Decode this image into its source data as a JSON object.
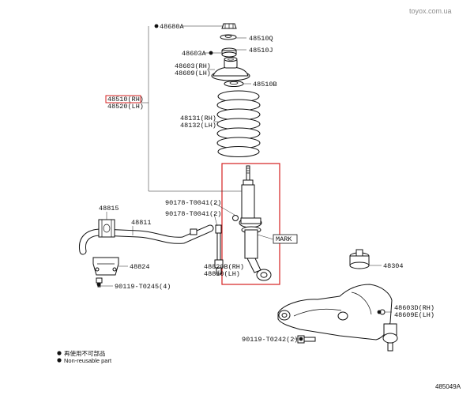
{
  "watermark": "toyox.com.ua",
  "diagram_code": "485049A",
  "legend": {
    "item1": "再使用不可部品",
    "item2": "Non-reusable part"
  },
  "labels": {
    "p48680A": "48680A",
    "p48510Q": "48510Q",
    "p48603A": "48603A",
    "p48510J": "48510J",
    "p48603_rh": "48603(RH)",
    "p48609_lh": "48609(LH)",
    "p48510B": "48510B",
    "p48510_rh": "48510(RH)",
    "p48520_lh": "48520(LH)",
    "p48131_rh": "48131(RH)",
    "p48132_lh": "48132(LH)",
    "p90178_a": "90178-T0041(2)",
    "p90178_b": "90178-T0041(2)",
    "p48815": "48815",
    "p48811": "48811",
    "p48824": "48824",
    "p90119_t0245": "90119-T0245(4)",
    "p48820b_rh": "48820B(RH)",
    "p48810_lh": "48810(LH)",
    "mark": "MARK",
    "p48304": "48304",
    "p48603d_rh": "48603D(RH)",
    "p48609e_lh": "48609E(LH)",
    "p90119_t0242": "90119-T0242(2)"
  },
  "colors": {
    "highlight": "#d42020",
    "line": "#111111"
  }
}
